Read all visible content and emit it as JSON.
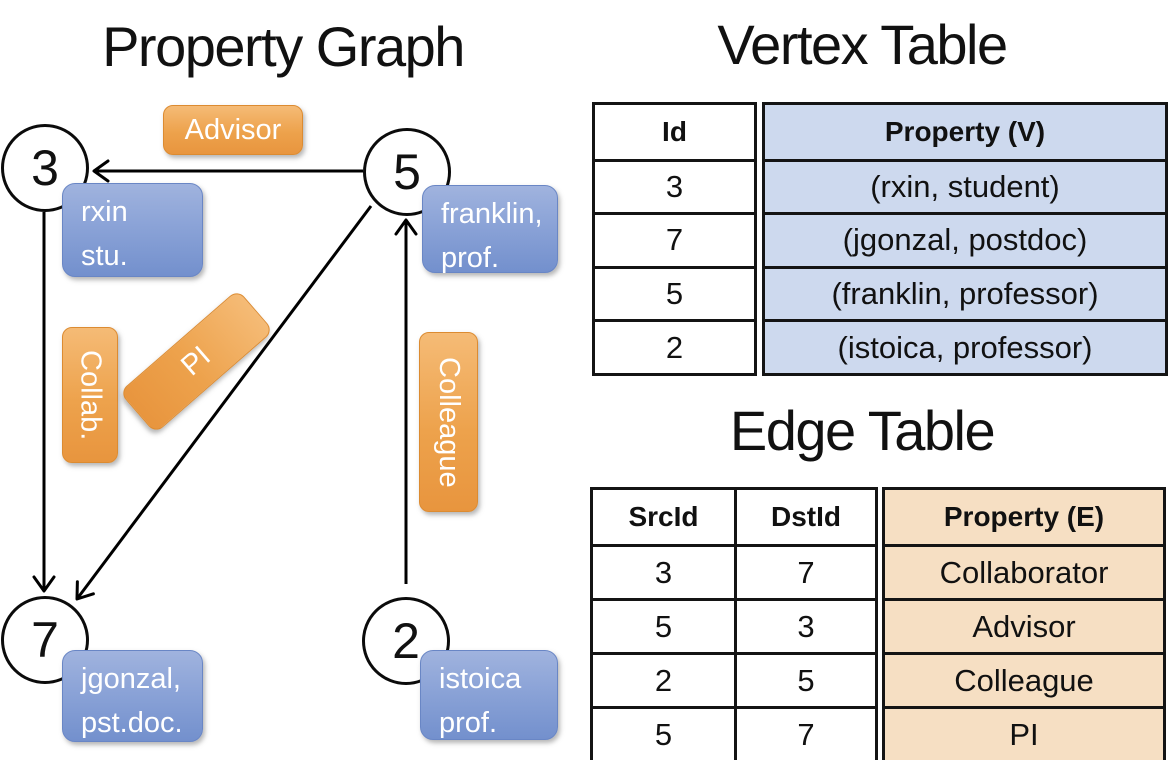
{
  "graph": {
    "title": "Property Graph",
    "nodes": [
      {
        "id": "3",
        "property_line1": "rxin",
        "property_line2": "stu."
      },
      {
        "id": "5",
        "property_line1": "franklin,",
        "property_line2": "prof."
      },
      {
        "id": "7",
        "property_line1": "jgonzal,",
        "property_line2": "pst.doc."
      },
      {
        "id": "2",
        "property_line1": "istoica",
        "property_line2": "prof."
      }
    ],
    "edges": [
      {
        "from": "5",
        "to": "3",
        "label": "Advisor"
      },
      {
        "from": "3",
        "to": "7",
        "label": "Collab."
      },
      {
        "from": "5",
        "to": "7",
        "label": "PI"
      },
      {
        "from": "2",
        "to": "5",
        "label": "Colleague"
      }
    ]
  },
  "vertex_table": {
    "title": "Vertex Table",
    "columns": {
      "id": "Id",
      "property": "Property (V)"
    },
    "rows": [
      {
        "id": "3",
        "property": "(rxin, student)"
      },
      {
        "id": "7",
        "property": "(jgonzal, postdoc)"
      },
      {
        "id": "5",
        "property": "(franklin, professor)"
      },
      {
        "id": "2",
        "property": "(istoica, professor)"
      }
    ]
  },
  "edge_table": {
    "title": "Edge Table",
    "columns": {
      "src": "SrcId",
      "dst": "DstId",
      "property": "Property (E)"
    },
    "rows": [
      {
        "src": "3",
        "dst": "7",
        "property": "Collaborator"
      },
      {
        "src": "5",
        "dst": "3",
        "property": "Advisor"
      },
      {
        "src": "2",
        "dst": "5",
        "property": "Colleague"
      },
      {
        "src": "5",
        "dst": "7",
        "property": "PI"
      }
    ]
  },
  "colors": {
    "vertex_fill": "#cdd9ee",
    "edge_fill": "#f6dfc3",
    "blue_top": "#a0b3de",
    "blue_bottom": "#7390cd",
    "orange_top": "#f5bb76",
    "orange_bottom": "#e8953e",
    "box_text": "#ffffff",
    "stroke": "#000000"
  }
}
